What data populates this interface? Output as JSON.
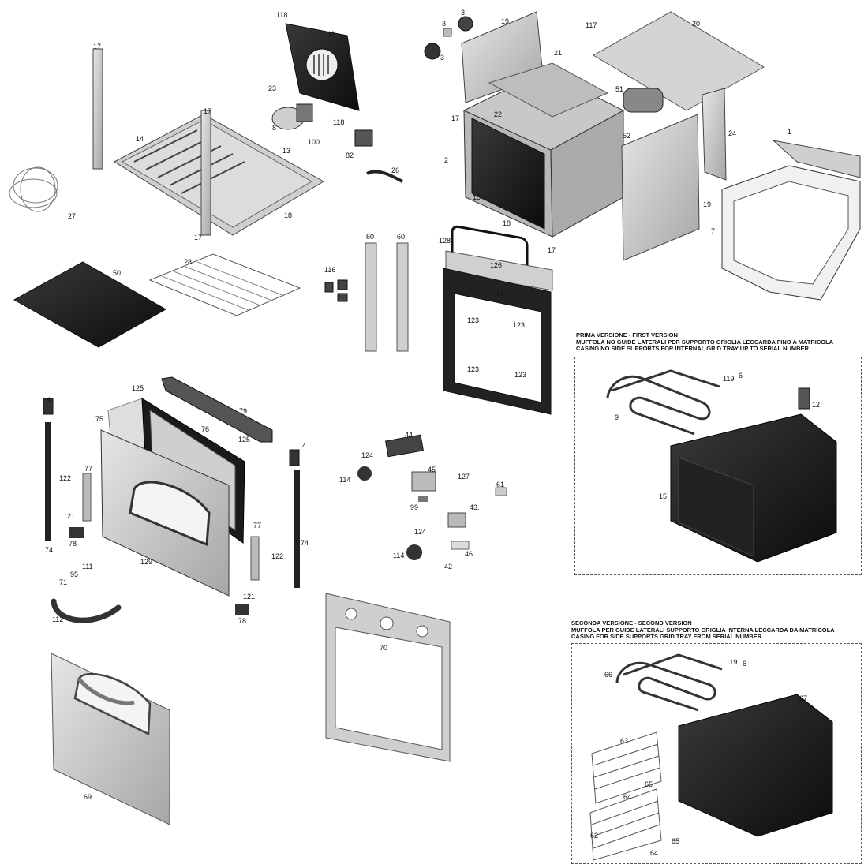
{
  "labels": {
    "l118a": "118",
    "l11": "11",
    "l23": "23",
    "l8": "8",
    "l118b": "118",
    "l100": "100",
    "l82": "82",
    "l26": "26",
    "l17a": "17",
    "l14": "14",
    "l17b": "17",
    "l13": "13",
    "l17c": "17",
    "l18a": "18",
    "l27": "27",
    "l3a": "3",
    "l3b": "3",
    "l3c": "3",
    "l19a": "19",
    "l117": "117",
    "l20": "20",
    "l21": "21",
    "l51": "51",
    "l17d": "17",
    "l22": "22",
    "l52": "52",
    "l24": "24",
    "l1": "1",
    "l2": "2",
    "l15a": "15",
    "l18b": "18",
    "l17e": "17",
    "l19b": "19",
    "l7": "7",
    "l50": "50",
    "l28": "28",
    "l116": "116",
    "l60a": "60",
    "l60b": "60",
    "l128": "128",
    "l126": "126",
    "l16": "16",
    "l123a": "123",
    "l123b": "123",
    "l123c": "123",
    "l123d": "123",
    "l125a": "125",
    "l79": "79",
    "l4a": "4",
    "l75": "75",
    "l76": "76",
    "l125b": "125",
    "l4b": "4",
    "l77a": "77",
    "l122a": "122",
    "l121a": "121",
    "l78a": "78",
    "l74a": "74",
    "l129": "129",
    "l77b": "77",
    "l122b": "122",
    "l121b": "121",
    "l78b": "78",
    "l74b": "74",
    "l111": "111",
    "l95": "95",
    "l71": "71",
    "l112": "112",
    "l44": "44",
    "l124a": "124",
    "l114a": "114",
    "l45": "45",
    "l127": "127",
    "l99": "99",
    "l61": "61",
    "l43": "43.",
    "l124b": "124",
    "l114b": "114",
    "l46": "46",
    "l42": "42",
    "l70": "70",
    "l69": "69",
    "l119a": "119",
    "l6a": "6",
    "l9": "9",
    "l12": "12",
    "l15b": "15",
    "l66": "66",
    "l119b": "119",
    "l6b": "6",
    "l67": "67",
    "l63": "63",
    "l65a": "65",
    "l64a": "64",
    "l62": "62",
    "l65b": "65",
    "l64b": "64"
  },
  "box1": {
    "line1": "PRIMA VERSIONE - FIRST VERSION",
    "line2": "MUFFOLA NO GUIDE LATERALI PER SUPPORTO GRIGLIA LECCARDA  FINO A MATRICOLA",
    "line3": "CASING NO SIDE SUPPORTS FOR INTERNAL GRID TRAY UP TO SERIAL NUMBER"
  },
  "box2": {
    "line1": "SECONDA VERSIONE - SECOND VERSION",
    "line2": "MUFFOLA PER GUIDE LATERALI SUPPORTO GRIGLIA INTERNA  LECCARDA DA MATRICOLA",
    "line3": "CASING FOR SIDE SUPPORTS GRID TRAY  FROM SERIAL NUMBER"
  },
  "colors": {
    "part_light": "#cfcfcf",
    "part_mid": "#a8a8a8",
    "part_dark": "#1c1c1c",
    "line": "#222222"
  }
}
